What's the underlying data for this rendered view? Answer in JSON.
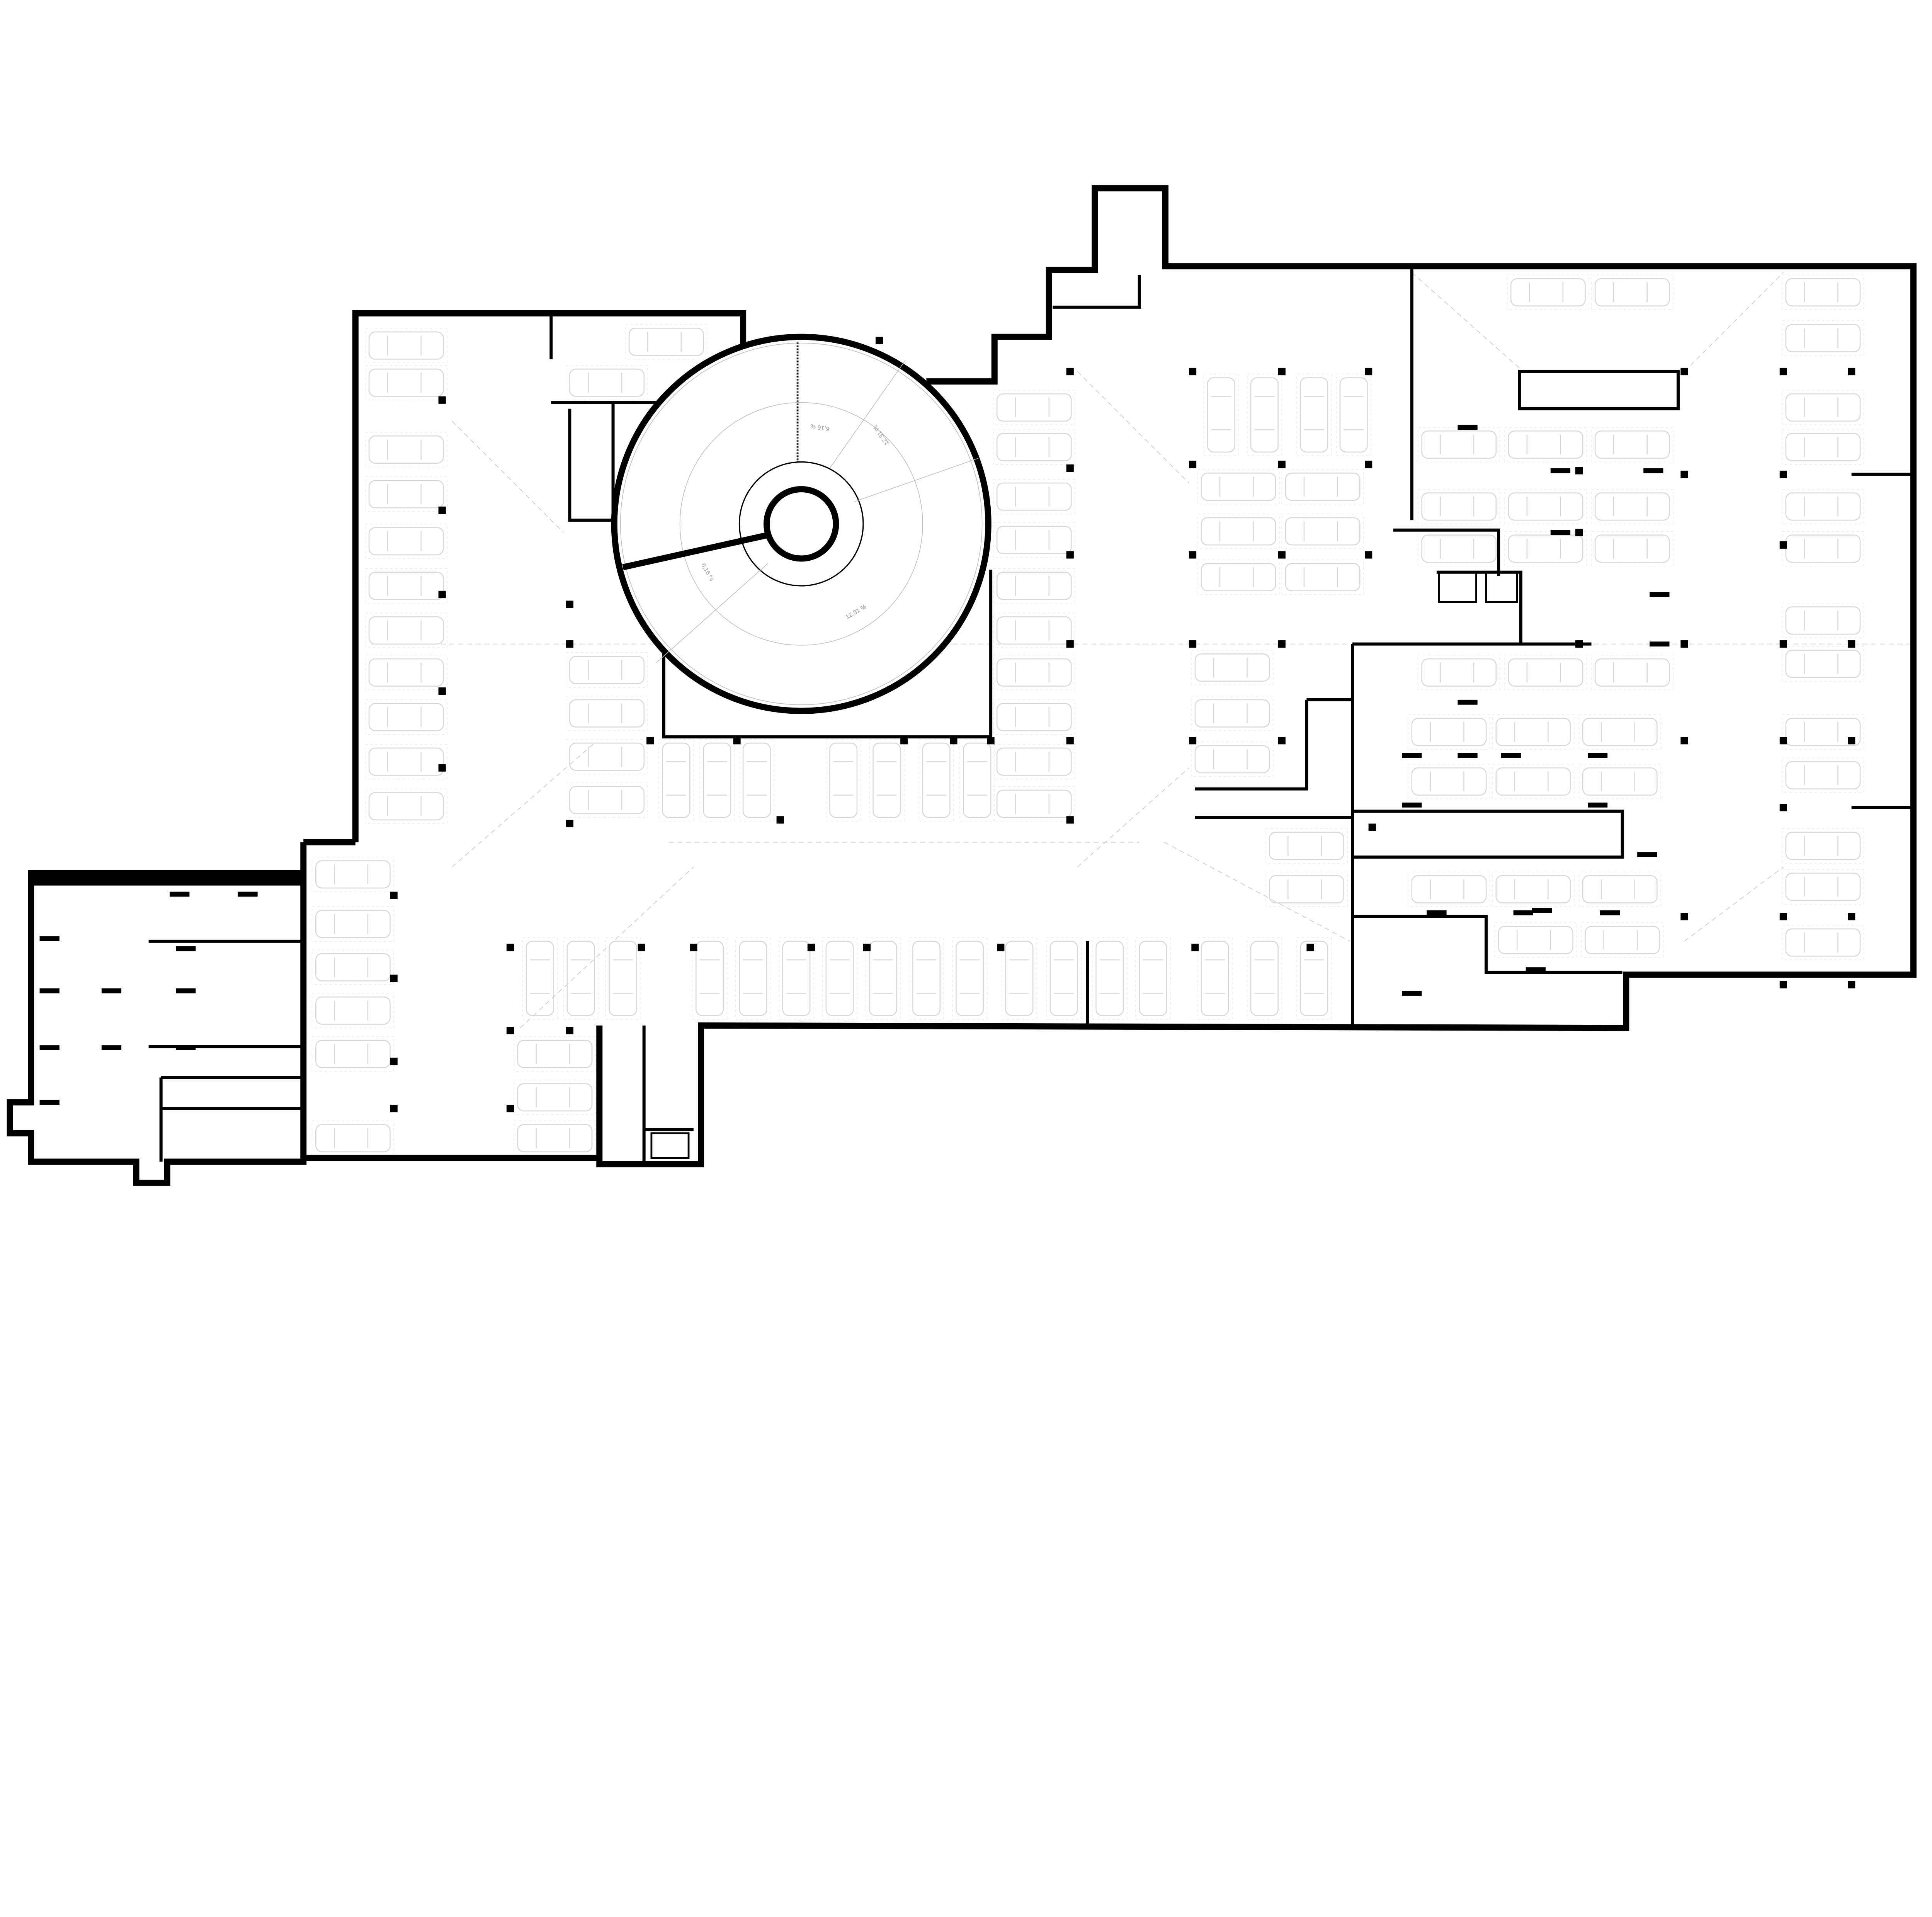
{
  "drawing": {
    "type": "underground parking floor plan",
    "ramp_labels": [
      "6,16 %",
      "12,31 %",
      "6,16 %",
      "12,31 %"
    ]
  },
  "colors": {
    "wall": "#000000",
    "car_outline": "#d8d8d8",
    "guide": "#cfcfcf",
    "ramp_label": "#9a9a9a",
    "background": "#ffffff"
  }
}
